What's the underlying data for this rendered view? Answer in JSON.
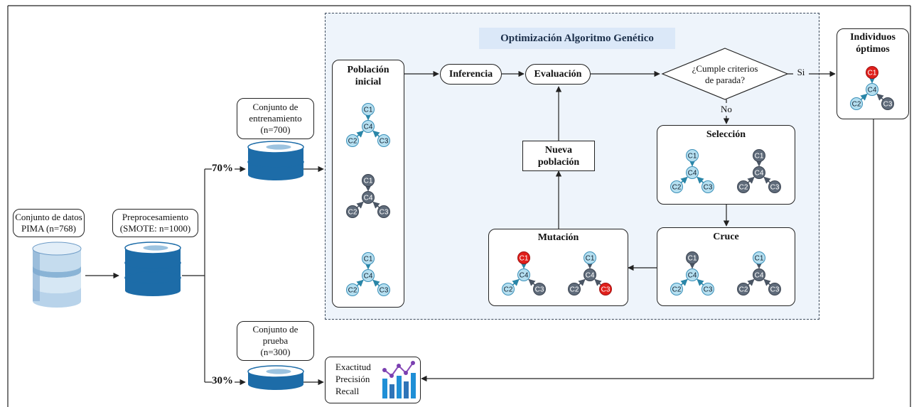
{
  "dataset": {
    "label": "Conjunto de datos\nPIMA (n=768)"
  },
  "preprocessing": {
    "label": "Preprocesamiento\n(SMOTE: n=1000)"
  },
  "training_set": {
    "label": "Conjunto de\nentrenamiento\n(n=700)",
    "percent": "70%"
  },
  "test_set": {
    "label": "Conjunto de\nprueba\n(n=300)",
    "percent": "30%"
  },
  "ga": {
    "title": "Optimización Algoritmo Genético",
    "initial_population": "Población\ninicial",
    "inference": "Inferencia",
    "evaluation": "Evaluación",
    "decision": "¿Cumple criterios\nde parada?",
    "yes": "Si",
    "no": "No",
    "selection": "Selección",
    "crossover": "Cruce",
    "mutation": "Mutación",
    "new_population": "Nueva\npoblación"
  },
  "optimal": {
    "label": "Individuos\nóptimos"
  },
  "metrics": {
    "items": [
      "Exactitud",
      "Precisión",
      "Recall"
    ]
  },
  "node_labels": [
    "C1",
    "C2",
    "C3",
    "C4"
  ],
  "colors": {
    "light_node": "#b5dff0",
    "light_node_stroke": "#3a8fb8",
    "dark_node": "#5f6b7a",
    "dark_node_stroke": "#3a4350",
    "red_node": "#e0201c",
    "arrow_light": "#2a86a8",
    "arrow_dark": "#4a5564",
    "ga_background": "#eef4fb",
    "banner": "#dbe8f8",
    "db_blue": "#1d6ca8",
    "db_light": "#9cc3e0"
  }
}
